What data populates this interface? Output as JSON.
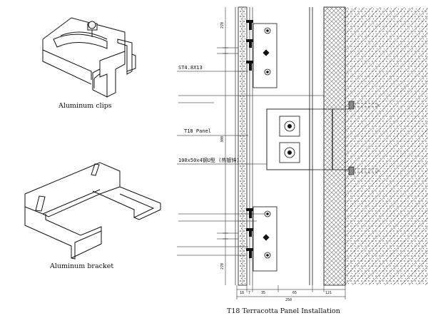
{
  "figures": {
    "clip_caption": "Aluminum clips",
    "bracket_caption": "Aluminum bracket",
    "main_caption": "T18 Terracotta Panel Installation"
  },
  "callouts": {
    "screw": "ST4.8X13",
    "panel": "T18 Panel",
    "steel": "100x50x4钢U型 (热镀锌)"
  },
  "dimensions": {
    "bottom": [
      "18",
      "7",
      "35",
      "65",
      "121",
      "250"
    ],
    "vertical_top": "270",
    "vertical_mid": "300",
    "vertical_bot": "270"
  }
}
